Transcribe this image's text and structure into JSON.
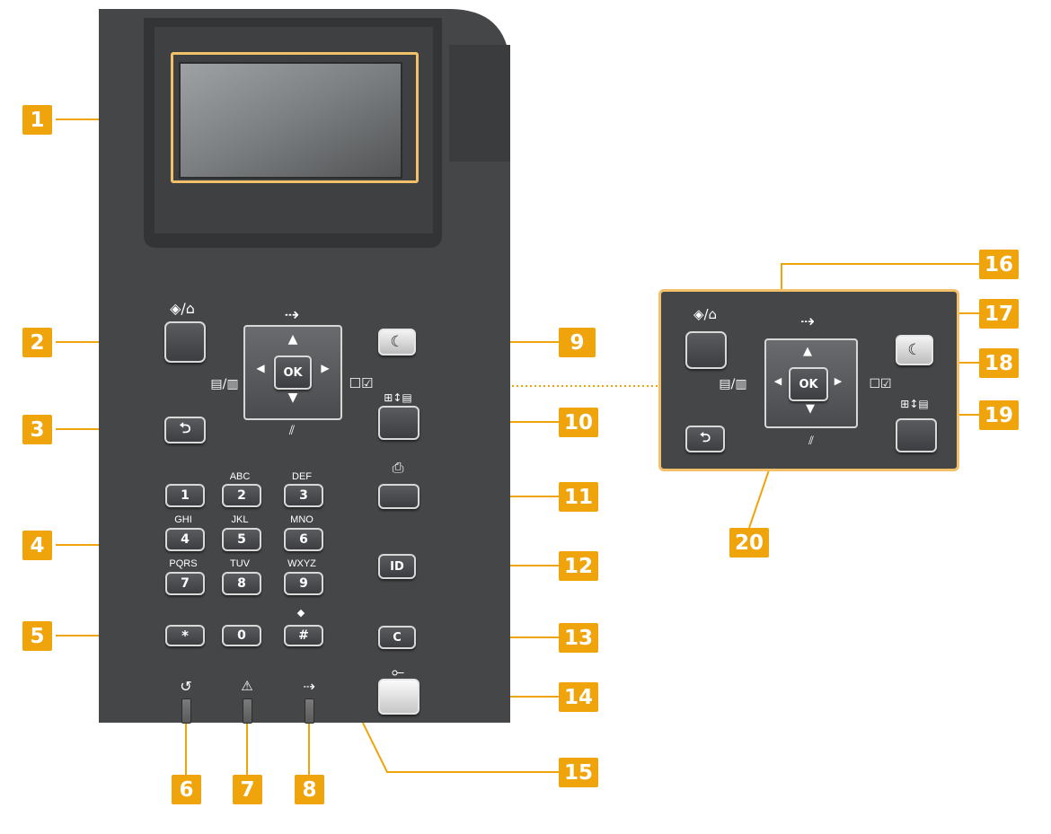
{
  "keypad": {
    "keys": [
      {
        "digit": "1",
        "letters": ""
      },
      {
        "digit": "2",
        "letters": "ABC"
      },
      {
        "digit": "3",
        "letters": "DEF"
      },
      {
        "digit": "4",
        "letters": "GHI"
      },
      {
        "digit": "5",
        "letters": "JKL"
      },
      {
        "digit": "6",
        "letters": "MNO"
      },
      {
        "digit": "7",
        "letters": "PQRS"
      },
      {
        "digit": "8",
        "letters": "TUV"
      },
      {
        "digit": "9",
        "letters": "WXYZ"
      },
      {
        "digit": "0",
        "letters": ""
      }
    ],
    "star_label": "*",
    "hash_label": "#",
    "hash_symbol": "◆"
  },
  "dpad": {
    "ok_label": "OK",
    "up_arrow": "▲",
    "down_arrow": "▼",
    "left_arrow": "◀",
    "right_arrow": "▶",
    "top_symbol": "⇢",
    "bottom_symbol": "⫽",
    "left_symbol": "▤/▥",
    "right_symbol": "☐☑"
  },
  "buttons": {
    "home_symbol": "◈/⌂",
    "back_symbol": "⮌",
    "energy_symbol": "☾",
    "display_toggle_symbol": "⊞↕▤",
    "copy_symbol": "⎙",
    "id_label": "ID",
    "clear_label": "C",
    "start_symbol": "⟜"
  },
  "indicators": {
    "power_symbol": "↺",
    "error_symbol": "⚠",
    "data_symbol": "⇢"
  },
  "callouts": [
    "1",
    "2",
    "3",
    "4",
    "5",
    "6",
    "7",
    "8",
    "9",
    "10",
    "11",
    "12",
    "13",
    "14",
    "15",
    "16",
    "17",
    "18",
    "19",
    "20"
  ],
  "colors": {
    "panel": "#454648",
    "badge": "#f0a40c",
    "leader": "#f0a40c"
  }
}
